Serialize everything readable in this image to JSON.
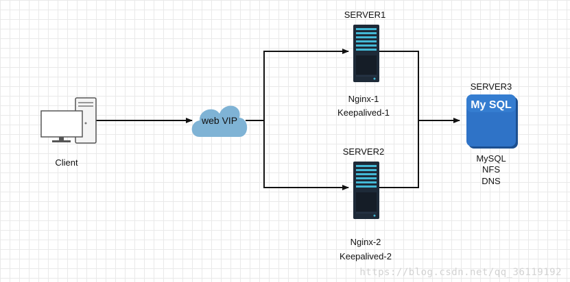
{
  "nodes": {
    "client": {
      "label": "Client"
    },
    "vip": {
      "label": "web VIP"
    },
    "server1": {
      "title": "SERVER1",
      "services": [
        "Nginx-1",
        "Keepalived-1"
      ]
    },
    "server2": {
      "title": "SERVER2",
      "services": [
        "Nginx-2",
        "Keepalived-2"
      ]
    },
    "server3": {
      "title": "SERVER3",
      "logo_text": "My SQL",
      "services": [
        "MySQL",
        "NFS",
        "DNS"
      ]
    }
  },
  "colors": {
    "edge": "#111111",
    "server_body": "#1e2a38",
    "server_accent": "#43b9d6",
    "cloud": "#7fb3d5",
    "mysql_box": "#2f73c7",
    "monitor_border": "#555555"
  },
  "watermark": "https://blog.csdn.net/qq_36119192"
}
